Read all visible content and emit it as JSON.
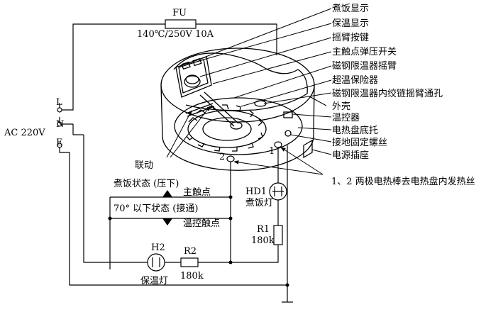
{
  "fuse": {
    "name": "FU",
    "rating": "140℃/250V 10A"
  },
  "supply": {
    "voltage": "AC 220V",
    "terminals": [
      "L",
      "N",
      "E"
    ]
  },
  "callouts": [
    "煮饭显示",
    "保温显示",
    "摇臂按键",
    "主触点弹压开关",
    "磁钢限温器摇臂",
    "超温保险器",
    "磁钢限温器内绞链摇臂通孔",
    "外壳",
    "温控器",
    "电热盘底托",
    "接地固定螺丝",
    "电源插座"
  ],
  "linkage_label": "联动",
  "terminal_numbers": [
    "1",
    "2"
  ],
  "heater_note": "1、2 两极电热棒去电热盘内发热丝",
  "switch": {
    "cooking_state": "煮饭状态 (压下)",
    "main_contact": "主触点",
    "below70_state": "70° 以下状态 (接通)",
    "thermo_contact": "温控触点"
  },
  "hd1": {
    "name": "HD1",
    "label": "煮饭灯"
  },
  "r1": {
    "name": "R1",
    "value": "180k"
  },
  "h2": {
    "name": "H2",
    "label": "保温灯"
  },
  "r2": {
    "name": "R2",
    "value": "180k"
  }
}
